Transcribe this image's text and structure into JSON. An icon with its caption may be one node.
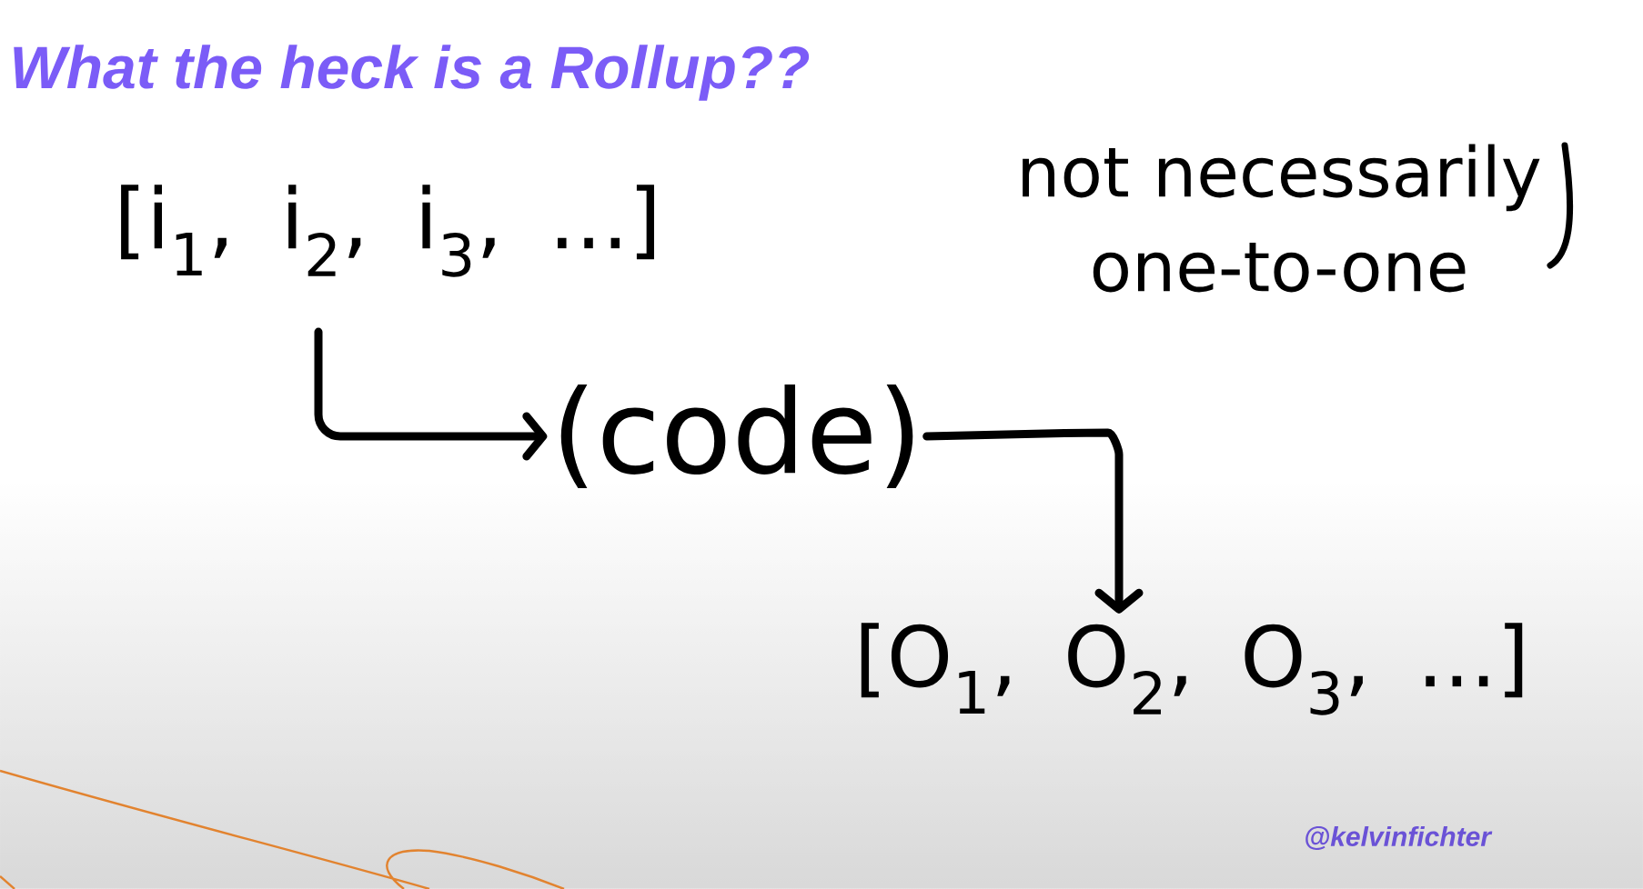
{
  "diagram": {
    "title": "What the heck is a Rollup??",
    "nodes": [
      {
        "text": [
          "[i$_{1}$, i$_{2}$, i$_{3}$, ...]"
        ]
      },
      {
        "text": [
          "(code)"
        ]
      },
      {
        "text": [
          "[O$_{1}$, O$_{2}$, O$_{3}$, ...]"
        ]
      }
    ],
    "edges": [
      {
        "from": 0,
        "to": 1,
        "arrow": "to"
      },
      {
        "from": 1,
        "to": 2,
        "arrow": "to"
      }
    ],
    "labels": [
      "not necessarily one-to-one",
      "@kelvinfichter"
    ]
  }
}
